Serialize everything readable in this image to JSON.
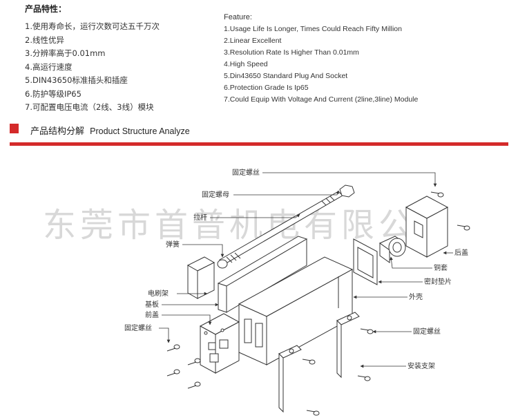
{
  "features_cn": {
    "title": "产品特性：",
    "items": [
      "1.使用寿命长，运行次数可达五千万次",
      "2.线性优异",
      "3.分辨率高于0.01mm",
      "4.高运行速度",
      "5.DIN43650标准插头和插座",
      "6.防护等级IP65",
      "7.可配置电压电流（2线、3线）模块"
    ]
  },
  "features_en": {
    "title": "Feature:",
    "items": [
      "1.Usage Life Is Longer, Times Could Reach Fifty Million",
      "2.Linear Excellent",
      "3.Resolution Rate Is Higher Than 0.01mm",
      "4.High Speed",
      "5.Din43650 Standard Plug And Socket",
      "6.Protection Grade Is Ip65",
      "7.Could Equip With Voltage And Current (2line,3line) Module"
    ]
  },
  "section": {
    "title_cn": "产品结构分解",
    "title_en": "Product Structure Analyze"
  },
  "watermark": "东莞市首普机电有限公司",
  "diagram_labels": {
    "fixing_screw_top": "固定螺丝",
    "fixing_nut": "固定螺母",
    "pull_rod": "拉杆",
    "spring": "弹簧",
    "brush_holder": "电刷架",
    "base_plate": "基板",
    "front_cover": "前盖",
    "fixing_screw_left": "固定螺丝",
    "rear_cover": "后盖",
    "copper_sleeve": "铜套",
    "seal_gasket": "密封垫片",
    "housing": "外壳",
    "fixing_screw_right": "固定螺丝",
    "mount_bracket": "安装支架"
  },
  "colors": {
    "accent_red": "#d42a2a",
    "watermark_gray": "#d8d8d8"
  }
}
